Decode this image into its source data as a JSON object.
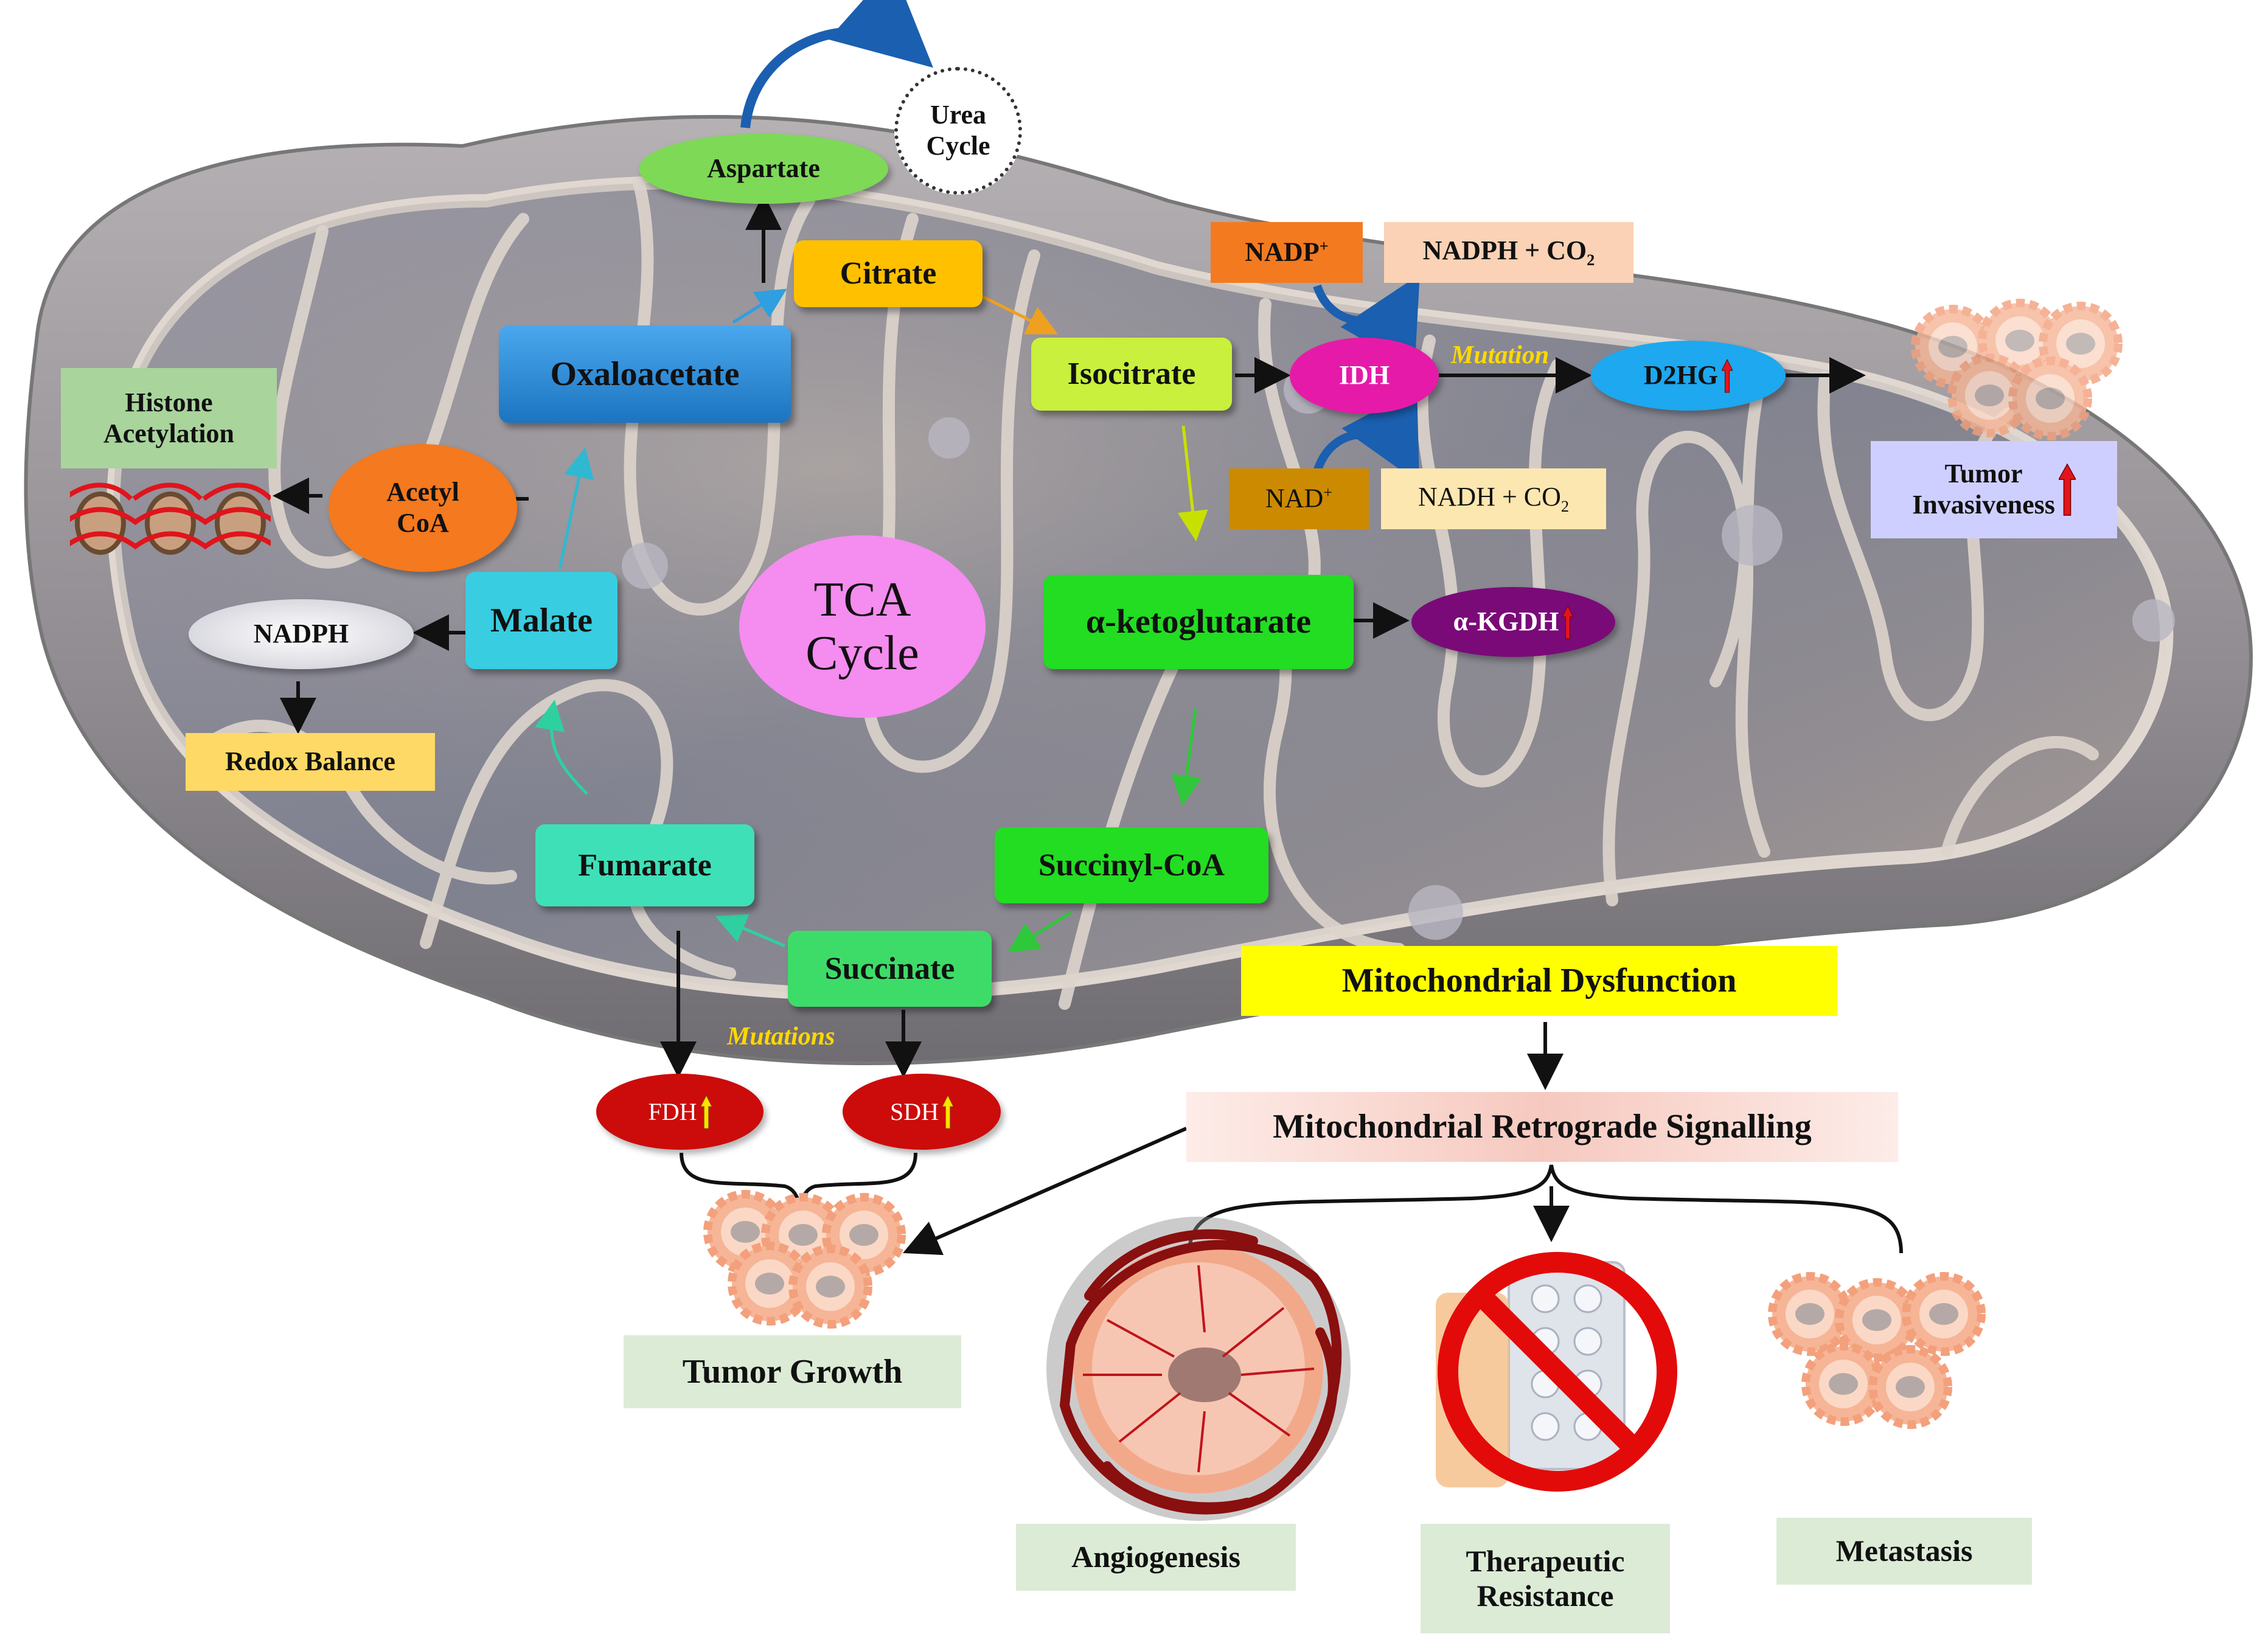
{
  "tca": {
    "aspartate": "Aspartate",
    "urea_cycle": [
      "Urea",
      "Cycle"
    ],
    "citrate": "Citrate",
    "oxaloacetate": "Oxaloacetate",
    "isocitrate": "Isocitrate",
    "alpha_ketoglutarate": "α-ketoglutarate",
    "succinyl_coa": "Succinyl-CoA",
    "succinate": "Succinate",
    "fumarate": "Fumarate",
    "malate": "Malate",
    "center_label": [
      "TCA",
      "Cycle"
    ]
  },
  "side": {
    "histone_acetylation": [
      "Histone",
      "Acetylation"
    ],
    "acetyl_coa": [
      "Acetyl",
      "CoA"
    ],
    "nadph": "NADPH",
    "redox_balance": "Redox Balance"
  },
  "idh_branch": {
    "nadp_plus": "NADP",
    "nadp_sup": "+",
    "nadph_co2": "NADPH + CO",
    "nadph_co2_sub": "2",
    "idh": "IDH",
    "mutation": "Mutation",
    "d2hg": "D2HG",
    "nad_plus": "NAD",
    "nad_sup": "+",
    "nadh_co2": "NADH + CO",
    "nadh_co2_sub": "2",
    "tumor_invasiveness": [
      "Tumor",
      "Invasiveness"
    ],
    "akgdh": "α-KGDH"
  },
  "succinate_branch": {
    "mutations": "Mutations",
    "fdh": "FDH",
    "sdh": "SDH",
    "tumor_growth": "Tumor Growth"
  },
  "downstream": {
    "mito_dysfunction": "Mitochondrial Dysfunction",
    "retrograde": "Mitochondrial Retrograde Signalling",
    "angiogenesis": "Angiogenesis",
    "therapeutic_resistance": [
      "Therapeutic",
      "Resistance"
    ],
    "metastasis": "Metastasis"
  },
  "colors": {
    "membrane_outer": "#9a969a",
    "membrane_inner": "#d8d2cc",
    "matrix": "#8c8f9c",
    "aspartate": "#7ed957",
    "citrate": "#ffc000",
    "oxaloacetate": "#2e8fd8",
    "isocitrate": "#c9f03c",
    "akg": "#22dd22",
    "succinyl": "#22dd22",
    "succinate": "#3ddc68",
    "fumarate": "#3ee0b8",
    "malate": "#38cde0",
    "tca": "#f58cf0",
    "acetyl_coa": "#f4791f",
    "idh": "#e61aa8",
    "d2hg": "#1ea8ef",
    "akgdh": "#7a0a78",
    "fdh_sdh": "#cc0b0b",
    "histone": "#a9d49c",
    "redox": "#ffd966",
    "nadp_box": "#f47a20",
    "nadph_box": "#fbd2b5",
    "nad_box": "#cc8a00",
    "nadh_box": "#fde7b0",
    "tumor_inv": "#cfcfff",
    "mito_dys": "#ffff00",
    "retrograde": "#f9d4cc",
    "outcome": "#dcebd6"
  }
}
